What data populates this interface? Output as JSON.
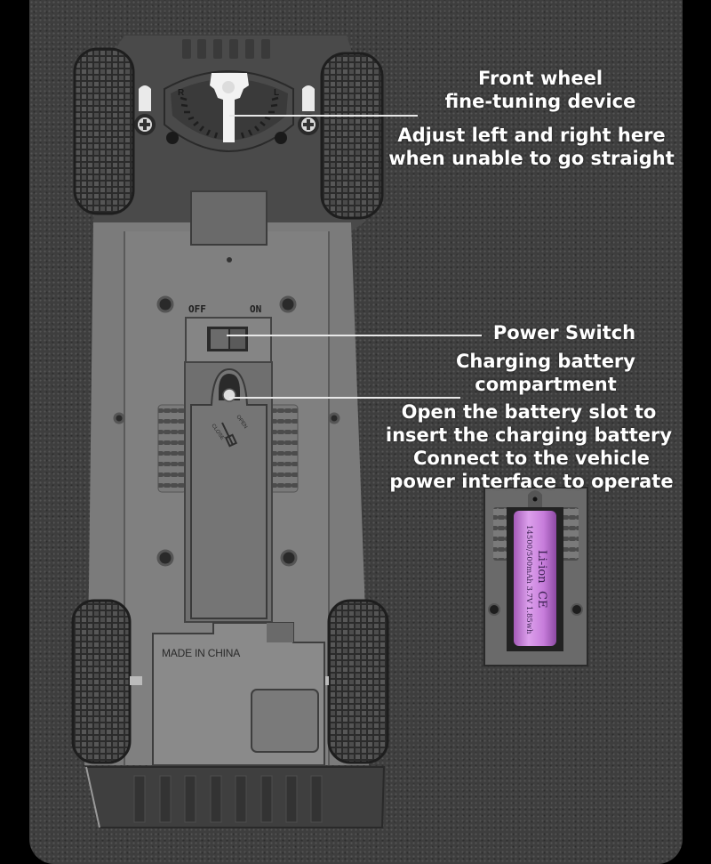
{
  "annotations": {
    "front_wheel": {
      "title_line1": "Front wheel",
      "title_line2": "fine-tuning device",
      "desc_line1": "Adjust left and right here",
      "desc_line2": "when unable to go straight"
    },
    "power_switch": {
      "title": "Power Switch"
    },
    "battery": {
      "title_line1": "Charging battery",
      "title_line2": "compartment",
      "desc_line1": "Open the battery slot to",
      "desc_line2": "insert the charging battery",
      "desc_line3": "Connect to the vehicle",
      "desc_line4": "power interface to operate"
    }
  },
  "car_markings": {
    "switch_off": "OFF",
    "switch_on": "ON",
    "dial_left": "R",
    "dial_right": "L",
    "made_in": "MADE IN CHINA",
    "cover_open": "OPEN",
    "cover_close": "CLOSE"
  },
  "battery_cell": {
    "brand": "Li-ion",
    "spec": "14500/500mAh 3.7V 1.85wh",
    "cert": "CE"
  },
  "colors": {
    "background": "#000000",
    "panel": "#3e3e3e",
    "text": "#ffffff",
    "battery": "#c77ddb"
  }
}
